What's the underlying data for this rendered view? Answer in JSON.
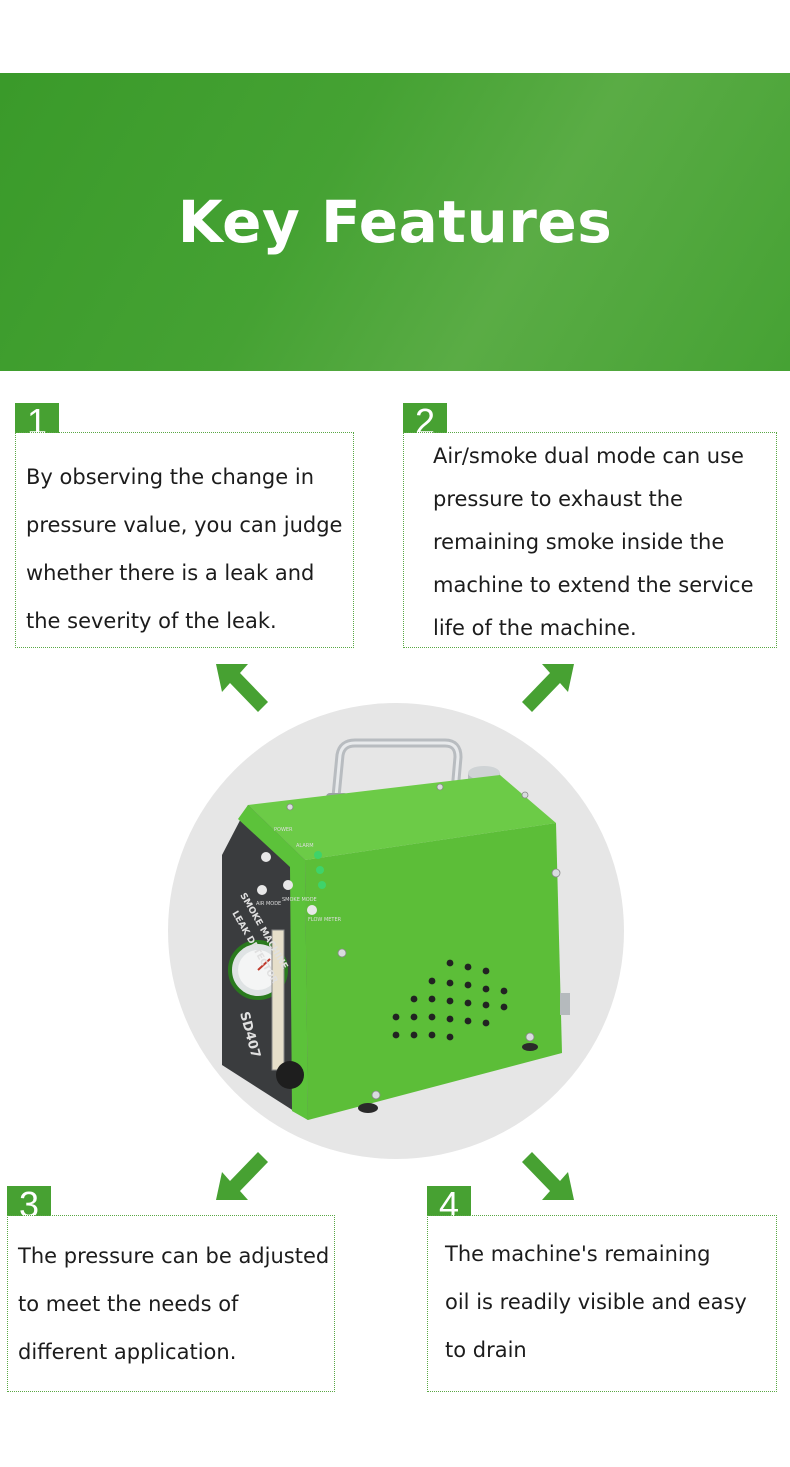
{
  "header": {
    "title": "Key Features"
  },
  "features": [
    {
      "number": "1",
      "lines": [
        "By observing the change in",
        "pressure value, you can judge",
        "whether there is a leak and",
        "the severity of the leak."
      ]
    },
    {
      "number": "2",
      "lines": [
        "Air/smoke dual mode can use",
        "pressure to exhaust the",
        "remaining smoke inside the",
        "machine to extend the service",
        "life of the machine."
      ]
    },
    {
      "number": "3",
      "lines": [
        "The pressure can be adjusted",
        "to meet the needs of",
        "different application."
      ]
    },
    {
      "number": "4",
      "lines": [
        "The machine's remaining",
        "oil is readily visible and easy",
        "to drain"
      ]
    }
  ],
  "product": {
    "front_label_1": "SMOKE MACHINE",
    "front_label_2": "LEAK DETECTOR",
    "model": "SD407",
    "panel_label_power": "POWER",
    "panel_label_alarm": "ALARM",
    "panel_label_air": "AIR MODE",
    "panel_label_smoke": "SMOKE MODE",
    "panel_label_flow": "FLOW METER"
  },
  "colors": {
    "brand_green": "#47a132",
    "machine_green": "#5cc23a",
    "circle_bg": "#e6e6e6"
  },
  "icons": [
    "arrow-up-left-icon",
    "arrow-up-right-icon",
    "arrow-down-left-icon",
    "arrow-down-right-icon"
  ]
}
